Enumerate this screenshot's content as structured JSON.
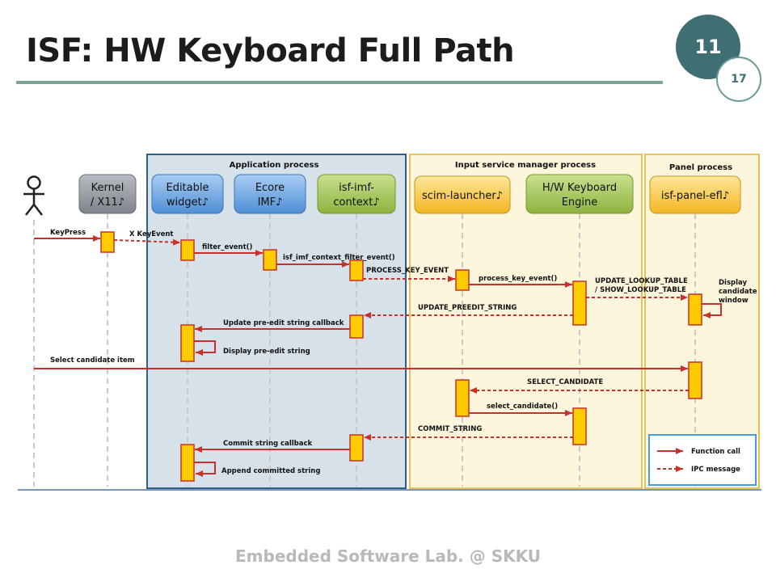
{
  "slide": {
    "title": "ISF: HW Keyboard Full Path",
    "number": "11",
    "sub_number": "17",
    "footer": "Embedded Software Lab. @ SKKU"
  },
  "diagram": {
    "groups": {
      "application": "Application process",
      "input_service": "Input service manager process",
      "panel": "Panel process"
    },
    "participants": {
      "kernel_l1": "Kernel",
      "kernel_l2": "/ X11♪",
      "editable_l1": "Editable",
      "editable_l2": "widget♪",
      "ecore_l1": "Ecore",
      "ecore_l2": "IMF♪",
      "isfimf_l1": "isf-imf-",
      "isfimf_l2": "context♪",
      "scim": "scim-launcher♪",
      "hwkbd_l1": "H/W Keyboard",
      "hwkbd_l2": "Engine",
      "panel": "isf-panel-efl♪"
    },
    "messages": {
      "keypress": "KeyPress",
      "xkeyevent": "X KeyEvent",
      "filter_event": "filter_event()",
      "isf_filter": "isf_imf_context_filter_event()",
      "process_key_event_ipc": "PROCESS_KEY_EVENT",
      "process_key_event": "process_key_event()",
      "update_lookup_l1": "UPDATE_LOOKUP_TABLE",
      "update_lookup_l2": "/ SHOW_LOOKUP_TABLE",
      "display_cand_l1": "Display",
      "display_cand_l2": "candidate",
      "display_cand_l3": "window",
      "update_preedit": "UPDATE_PREEDIT_STRING",
      "preedit_callback": "Update pre-edit string callback",
      "display_preedit": "Display pre-edit string",
      "select_candidate_item": "Select candidate item",
      "select_candidate_ipc": "SELECT_CANDIDATE",
      "select_candidate": "select_candidate()",
      "commit_string": "COMMIT_STRING",
      "commit_callback": "Commit string callback",
      "append_committed": "Append committed string"
    },
    "legend": {
      "function_call": "Function call",
      "ipc_message": "IPC message"
    },
    "colors": {
      "arrow": "#c8302a",
      "activation": "#ffcc00",
      "app_bg": "#d6e1ea",
      "app_border": "#355d84",
      "ims_bg": "#fdf6dd",
      "ims_border": "#e9c254",
      "legend_border": "#4a9bd9"
    }
  }
}
